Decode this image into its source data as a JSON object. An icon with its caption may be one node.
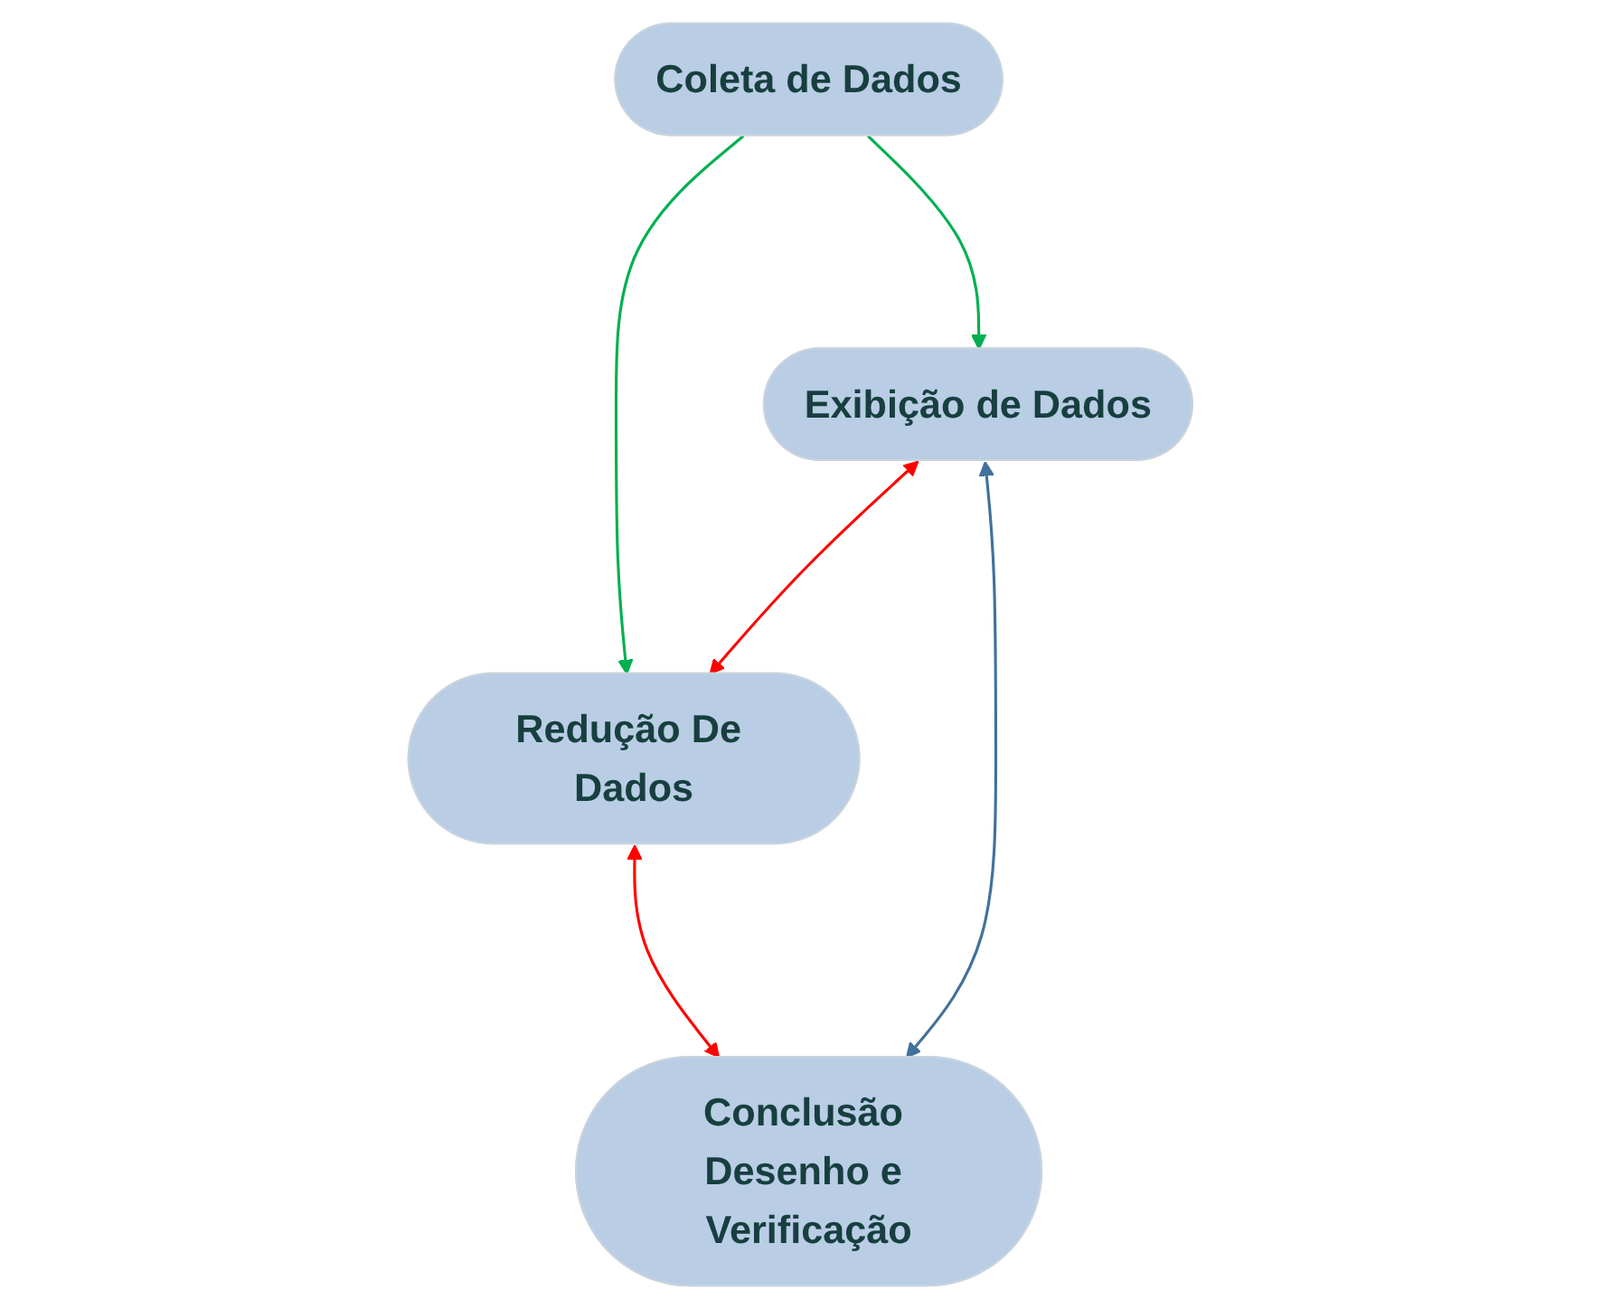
{
  "diagram": {
    "nodes": [
      {
        "text": [
          "Coleta de Dados"
        ]
      },
      {
        "text": [
          "Exibição de Dados"
        ]
      },
      {
        "text": [
          "Redução De Dados"
        ]
      },
      {
        "text": [
          "Conclusão Desenho e Verificação"
        ]
      }
    ],
    "edges": [
      {
        "from": 0,
        "to": 1,
        "arrow": "to",
        "color": "#00b050"
      },
      {
        "from": 0,
        "to": 2,
        "arrow": "to",
        "color": "#00b050"
      },
      {
        "from": 1,
        "to": 2,
        "arrow": "both",
        "color": "#ff0000"
      },
      {
        "from": 2,
        "to": 3,
        "arrow": "both",
        "color": "#ff0000"
      },
      {
        "from": 1,
        "to": 3,
        "arrow": "both",
        "color": "#41719c"
      }
    ]
  }
}
